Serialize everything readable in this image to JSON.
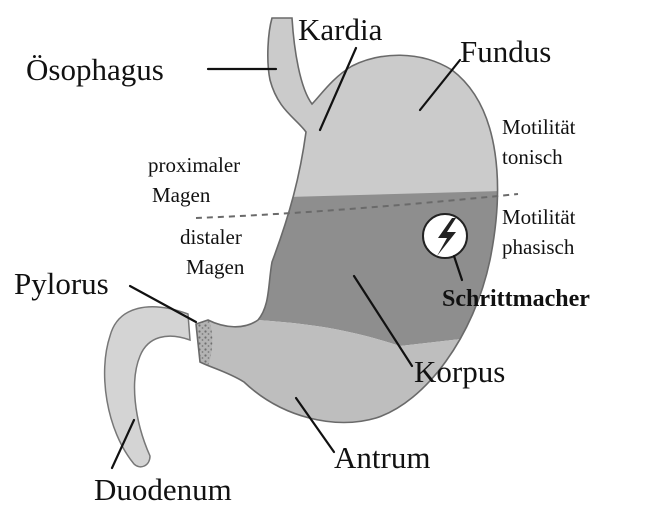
{
  "labels": {
    "oesophagus": "Ösophagus",
    "kardia": "Kardia",
    "fundus": "Fundus",
    "motilitaet_tonisch_1": "Motilität",
    "motilitaet_tonisch_2": "tonisch",
    "motilitaet_phasisch_1": "Motilität",
    "motilitaet_phasisch_2": "phasisch",
    "proximaler_1": "proximaler",
    "proximaler_2": "Magen",
    "distaler_1": "distaler",
    "distaler_2": "Magen",
    "pylorus": "Pylorus",
    "schrittmacher": "Schrittmacher",
    "korpus": "Korpus",
    "antrum": "Antrum",
    "duodenum": "Duodenum"
  },
  "colors": {
    "proximal_region": "#c9c9c9",
    "corpus_band": "#8f8f8f",
    "antrum_region": "#bdbdbd",
    "duodenum": "#d2d2d2",
    "pylorus_stipple": "#a8a8a8"
  },
  "icons": {
    "pacemaker": "lightning-bolt-icon"
  }
}
